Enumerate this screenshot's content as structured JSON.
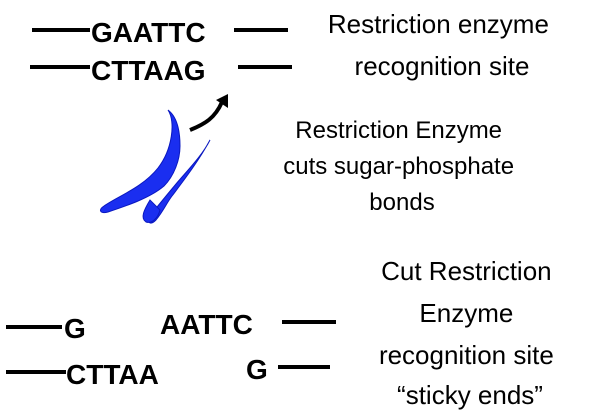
{
  "top": {
    "strand_top": "GAATTC",
    "strand_bottom": "CTTAAG",
    "label_lines": [
      "Restriction enzyme",
      "recognition site"
    ]
  },
  "middle": {
    "enzyme_icon": "scissors-icon",
    "enzyme_color": "#1a2ef0",
    "label_lines": [
      "Restriction Enzyme",
      "cuts sugar-phosphate",
      "bonds"
    ]
  },
  "bottom": {
    "left_top": "G",
    "left_bottom": "CTTAA",
    "right_top": "AATTC",
    "right_bottom": "G",
    "label_lines": [
      "Cut Restriction",
      "Enzyme",
      "recognition site",
      "“sticky ends”"
    ]
  }
}
